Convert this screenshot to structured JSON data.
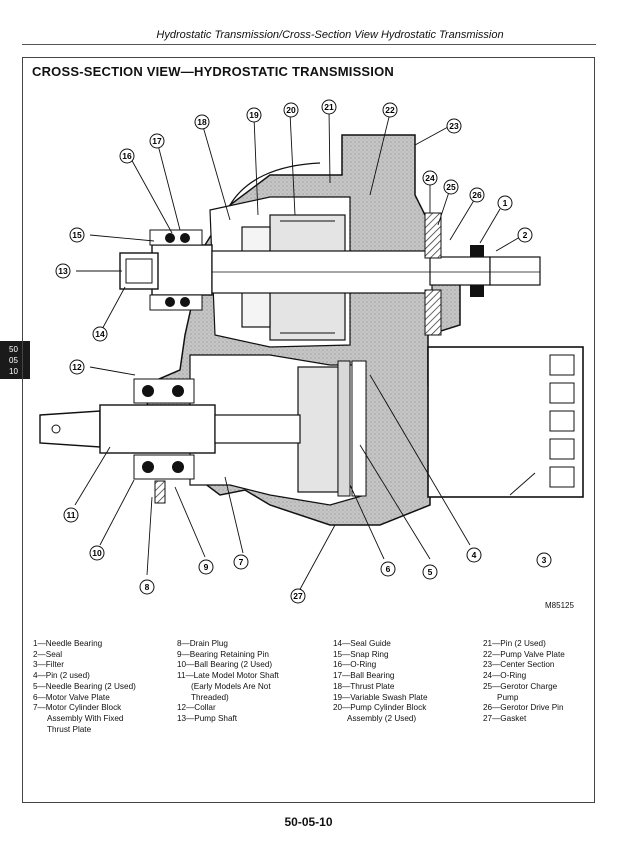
{
  "running_header": "Hydrostatic Transmission/Cross-Section View Hydrostatic Transmission",
  "section_title": "CROSS-SECTION VIEW—HYDROSTATIC TRANSMISSION",
  "side_tab": [
    "50",
    "05",
    "10"
  ],
  "figure_id": "M85125",
  "callouts": [
    "1",
    "2",
    "3",
    "4",
    "5",
    "6",
    "7",
    "8",
    "9",
    "10",
    "11",
    "12",
    "13",
    "14",
    "15",
    "16",
    "17",
    "18",
    "19",
    "20",
    "21",
    "22",
    "23",
    "24",
    "25",
    "26",
    "27"
  ],
  "legend": {
    "col1": [
      "1—Needle Bearing",
      "2—Seal",
      "3—Filter",
      "4—Pin (2 used)",
      "5—Needle Bearing (2 Used)",
      "6—Motor Valve Plate",
      "7—Motor Cylinder Block",
      "Assembly With Fixed",
      "Thrust Plate"
    ],
    "col2": [
      "8—Drain Plug",
      "9—Bearing Retaining Pin",
      "10—Ball Bearing (2 Used)",
      "11—Late Model Motor Shaft",
      "(Early Models Are Not",
      "Threaded)",
      "12—Collar",
      "13—Pump Shaft"
    ],
    "col3": [
      "14—Seal Guide",
      "15—Snap Ring",
      "16—O-Ring",
      "17—Ball Bearing",
      "18—Thrust Plate",
      "19—Variable Swash Plate",
      "20—Pump Cylinder Block",
      "Assembly (2 Used)"
    ],
    "col4": [
      "21—Pin (2 Used)",
      "22—Pump Valve Plate",
      "23—Center Section",
      "24—O-Ring",
      "25—Gerotor Charge",
      "Pump",
      "26—Gerotor Drive Pin",
      "27—Gasket"
    ]
  },
  "page_number": "50-05-10"
}
